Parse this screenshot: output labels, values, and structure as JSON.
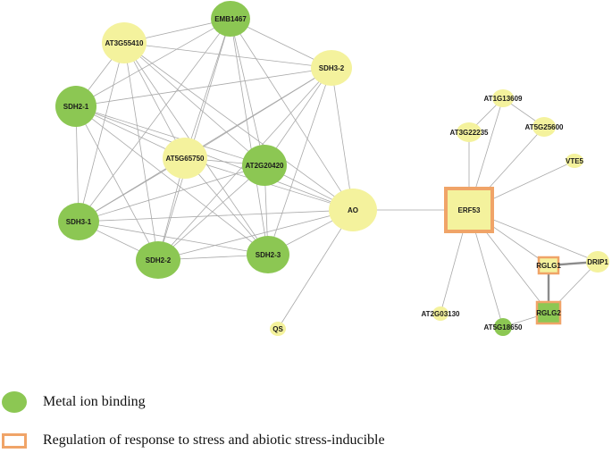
{
  "colors": {
    "metal_node": "#8cc753",
    "other_node": "#f4f29d",
    "stress_border": "#f0a468",
    "edge": "#a9a9a9"
  },
  "nodes": [
    {
      "id": "EMB1467",
      "label": "EMB1467",
      "group": "metal",
      "shape": "ellipse"
    },
    {
      "id": "AT3G55410",
      "label": "AT3G55410",
      "group": "other",
      "shape": "ellipse"
    },
    {
      "id": "SDH3-2",
      "label": "SDH3-2",
      "group": "other",
      "shape": "ellipse"
    },
    {
      "id": "SDH2-1",
      "label": "SDH2-1",
      "group": "metal",
      "shape": "ellipse"
    },
    {
      "id": "AT5G65750",
      "label": "AT5G65750",
      "group": "other",
      "shape": "ellipse"
    },
    {
      "id": "AT2G20420",
      "label": "AT2G20420",
      "group": "metal",
      "shape": "ellipse"
    },
    {
      "id": "SDH3-1",
      "label": "SDH3-1",
      "group": "metal",
      "shape": "ellipse"
    },
    {
      "id": "SDH2-2",
      "label": "SDH2-2",
      "group": "metal",
      "shape": "ellipse"
    },
    {
      "id": "SDH2-3",
      "label": "SDH2-3",
      "group": "metal",
      "shape": "ellipse"
    },
    {
      "id": "AO",
      "label": "AO",
      "group": "other",
      "shape": "ellipse"
    },
    {
      "id": "QS",
      "label": "QS",
      "group": "other",
      "shape": "ellipse"
    },
    {
      "id": "ERF53",
      "label": "ERF53",
      "group": "other",
      "shape": "square",
      "stress": true
    },
    {
      "id": "AT1G13609",
      "label": "AT1G13609",
      "group": "other",
      "shape": "ellipse"
    },
    {
      "id": "AT3G22235",
      "label": "AT3G22235",
      "group": "other",
      "shape": "ellipse"
    },
    {
      "id": "AT5G25600",
      "label": "AT5G25600",
      "group": "other",
      "shape": "ellipse"
    },
    {
      "id": "VTE5",
      "label": "VTE5",
      "group": "other",
      "shape": "ellipse"
    },
    {
      "id": "RGLG1",
      "label": "RGLG1",
      "group": "other",
      "shape": "square",
      "stress": true
    },
    {
      "id": "DRIP1",
      "label": "DRIP1",
      "group": "other",
      "shape": "ellipse"
    },
    {
      "id": "RGLG2",
      "label": "RGLG2",
      "group": "metal",
      "shape": "square",
      "stress": true
    },
    {
      "id": "AT2G03130",
      "label": "AT2G03130",
      "group": "other",
      "shape": "ellipse"
    },
    {
      "id": "AT5G18650",
      "label": "AT5G18650",
      "group": "metal",
      "shape": "ellipse"
    }
  ],
  "edges": [
    [
      "EMB1467",
      "AT3G55410"
    ],
    [
      "EMB1467",
      "SDH3-2"
    ],
    [
      "EMB1467",
      "SDH2-1"
    ],
    [
      "EMB1467",
      "AT5G65750"
    ],
    [
      "EMB1467",
      "AT2G20420"
    ],
    [
      "EMB1467",
      "SDH3-1"
    ],
    [
      "EMB1467",
      "SDH2-2"
    ],
    [
      "EMB1467",
      "SDH2-3"
    ],
    [
      "EMB1467",
      "AO"
    ],
    [
      "AT3G55410",
      "SDH3-2"
    ],
    [
      "AT3G55410",
      "SDH2-1"
    ],
    [
      "AT3G55410",
      "AT5G65750"
    ],
    [
      "AT3G55410",
      "AT2G20420"
    ],
    [
      "AT3G55410",
      "SDH3-1"
    ],
    [
      "AT3G55410",
      "SDH2-2"
    ],
    [
      "AT3G55410",
      "SDH2-3"
    ],
    [
      "AT3G55410",
      "AO"
    ],
    [
      "SDH3-2",
      "SDH2-1"
    ],
    [
      "SDH3-2",
      "AT5G65750"
    ],
    [
      "SDH3-2",
      "AT2G20420"
    ],
    [
      "SDH3-2",
      "SDH3-1"
    ],
    [
      "SDH3-2",
      "SDH2-2"
    ],
    [
      "SDH3-2",
      "SDH2-3"
    ],
    [
      "SDH3-2",
      "AO"
    ],
    [
      "SDH2-1",
      "AT5G65750"
    ],
    [
      "SDH2-1",
      "AT2G20420"
    ],
    [
      "SDH2-1",
      "SDH3-1"
    ],
    [
      "SDH2-1",
      "SDH2-2"
    ],
    [
      "SDH2-1",
      "SDH2-3"
    ],
    [
      "SDH2-1",
      "AO"
    ],
    [
      "AT5G65750",
      "AT2G20420"
    ],
    [
      "AT5G65750",
      "SDH3-1"
    ],
    [
      "AT5G65750",
      "SDH2-2"
    ],
    [
      "AT5G65750",
      "SDH2-3"
    ],
    [
      "AT5G65750",
      "AO"
    ],
    [
      "AT2G20420",
      "SDH3-1"
    ],
    [
      "AT2G20420",
      "SDH2-2"
    ],
    [
      "AT2G20420",
      "SDH2-3"
    ],
    [
      "AT2G20420",
      "AO"
    ],
    [
      "SDH3-1",
      "SDH2-2"
    ],
    [
      "SDH3-1",
      "SDH2-3"
    ],
    [
      "SDH3-1",
      "AO"
    ],
    [
      "SDH2-2",
      "SDH2-3"
    ],
    [
      "SDH2-2",
      "AO"
    ],
    [
      "SDH2-3",
      "AO"
    ],
    [
      "AO",
      "QS"
    ],
    [
      "AO",
      "ERF53"
    ],
    [
      "ERF53",
      "AT1G13609"
    ],
    [
      "ERF53",
      "AT3G22235"
    ],
    [
      "ERF53",
      "AT5G25600"
    ],
    [
      "ERF53",
      "VTE5"
    ],
    [
      "ERF53",
      "RGLG1"
    ],
    [
      "ERF53",
      "DRIP1"
    ],
    [
      "ERF53",
      "RGLG2"
    ],
    [
      "ERF53",
      "AT2G03130"
    ],
    [
      "ERF53",
      "AT5G18650"
    ],
    [
      "AT1G13609",
      "AT3G22235"
    ],
    [
      "AT1G13609",
      "AT5G25600"
    ],
    [
      "DRIP1",
      "RGLG2"
    ],
    [
      "RGLG2",
      "AT5G18650"
    ]
  ],
  "bold_edges": [
    [
      "RGLG1",
      "DRIP1"
    ],
    [
      "RGLG1",
      "RGLG2"
    ]
  ],
  "legend": {
    "metal_label": "Metal ion binding",
    "stress_label": "Regulation of response to stress and abiotic stress-inducible"
  }
}
